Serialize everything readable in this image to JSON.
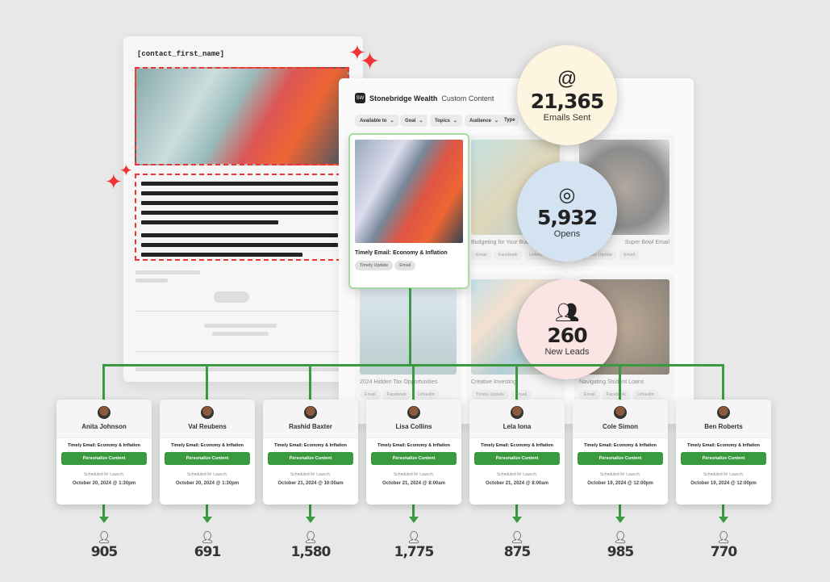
{
  "email_preview": {
    "merge_tag": "[contact_first_name]"
  },
  "library": {
    "logo": "SW",
    "brand": "Stonebridge Wealth",
    "subtitle": "Custom Content",
    "filters": [
      "Available to",
      "Goal",
      "Topics",
      "Audience",
      "Type"
    ],
    "featured": {
      "title": "Timely Email: Economy & Inflation",
      "tags": [
        "Timely Update",
        "Email"
      ]
    },
    "tiles": [
      {
        "title": "Budgeting for Your Bucket",
        "tags": [
          "Email",
          "Facebook",
          "LinkedIn"
        ]
      },
      {
        "title": "Super Bowl Email",
        "tags": [
          "Timely Update",
          "Email"
        ]
      },
      {
        "title": "2024 Hidden Tax Opportunities",
        "tags": [
          "Email",
          "Facebook",
          "LinkedIn"
        ]
      },
      {
        "title": "Creative Investing",
        "tags": [
          "Timely Update",
          "Email"
        ]
      },
      {
        "title": "Navigating Student Loans",
        "tags": [
          "Email",
          "Facebook",
          "LinkedIn"
        ]
      }
    ]
  },
  "metrics": [
    {
      "icon": "at-icon",
      "value": "21,365",
      "label": "Emails Sent",
      "color": "#fdf5df"
    },
    {
      "icon": "cursor-click-icon",
      "value": "5,932",
      "label": "Opens",
      "color": "#d3e3f2"
    },
    {
      "icon": "users-icon",
      "value": "260",
      "label": "New Leads",
      "color": "#fbe4e4"
    }
  ],
  "advisors": [
    {
      "name": "Anita Johnson",
      "content": "Timely Email: Economy & Inflation",
      "button": "Personalize Content",
      "sched_label": "Scheduled for Launch:",
      "date": "October 20, 2024 @ 1:30pm",
      "count": "905"
    },
    {
      "name": "Val Reubens",
      "content": "Timely Email: Economy & Inflation",
      "button": "Personalize Content",
      "sched_label": "Scheduled for Launch:",
      "date": "October 20, 2024 @ 1:30pm",
      "count": "691"
    },
    {
      "name": "Rashid Baxter",
      "content": "Timely Email: Economy & Inflation",
      "button": "Personalize Content",
      "sched_label": "Scheduled for Launch:",
      "date": "October 21, 2024 @ 10:00am",
      "count": "1,580"
    },
    {
      "name": "Lisa Collins",
      "content": "Timely Email: Economy & Inflation",
      "button": "Personalize Content",
      "sched_label": "Scheduled for Launch:",
      "date": "October 21, 2024 @ 8:00am",
      "count": "1,775"
    },
    {
      "name": "Lela Iona",
      "content": "Timely Email: Economy & Inflation",
      "button": "Personalize Content",
      "sched_label": "Scheduled for Launch:",
      "date": "October 21, 2024 @ 8:00am",
      "count": "875"
    },
    {
      "name": "Cole Simon",
      "content": "Timely Email: Economy & Inflation",
      "button": "Personalize Content",
      "sched_label": "Scheduled for Launch:",
      "date": "October 19, 2024 @ 12:00pm",
      "count": "985"
    },
    {
      "name": "Ben Roberts",
      "content": "Timely Email: Economy & Inflation",
      "button": "Personalize Content",
      "sched_label": "Scheduled for Launch:",
      "date": "October 19, 2024 @ 12:00pm",
      "count": "770"
    }
  ]
}
